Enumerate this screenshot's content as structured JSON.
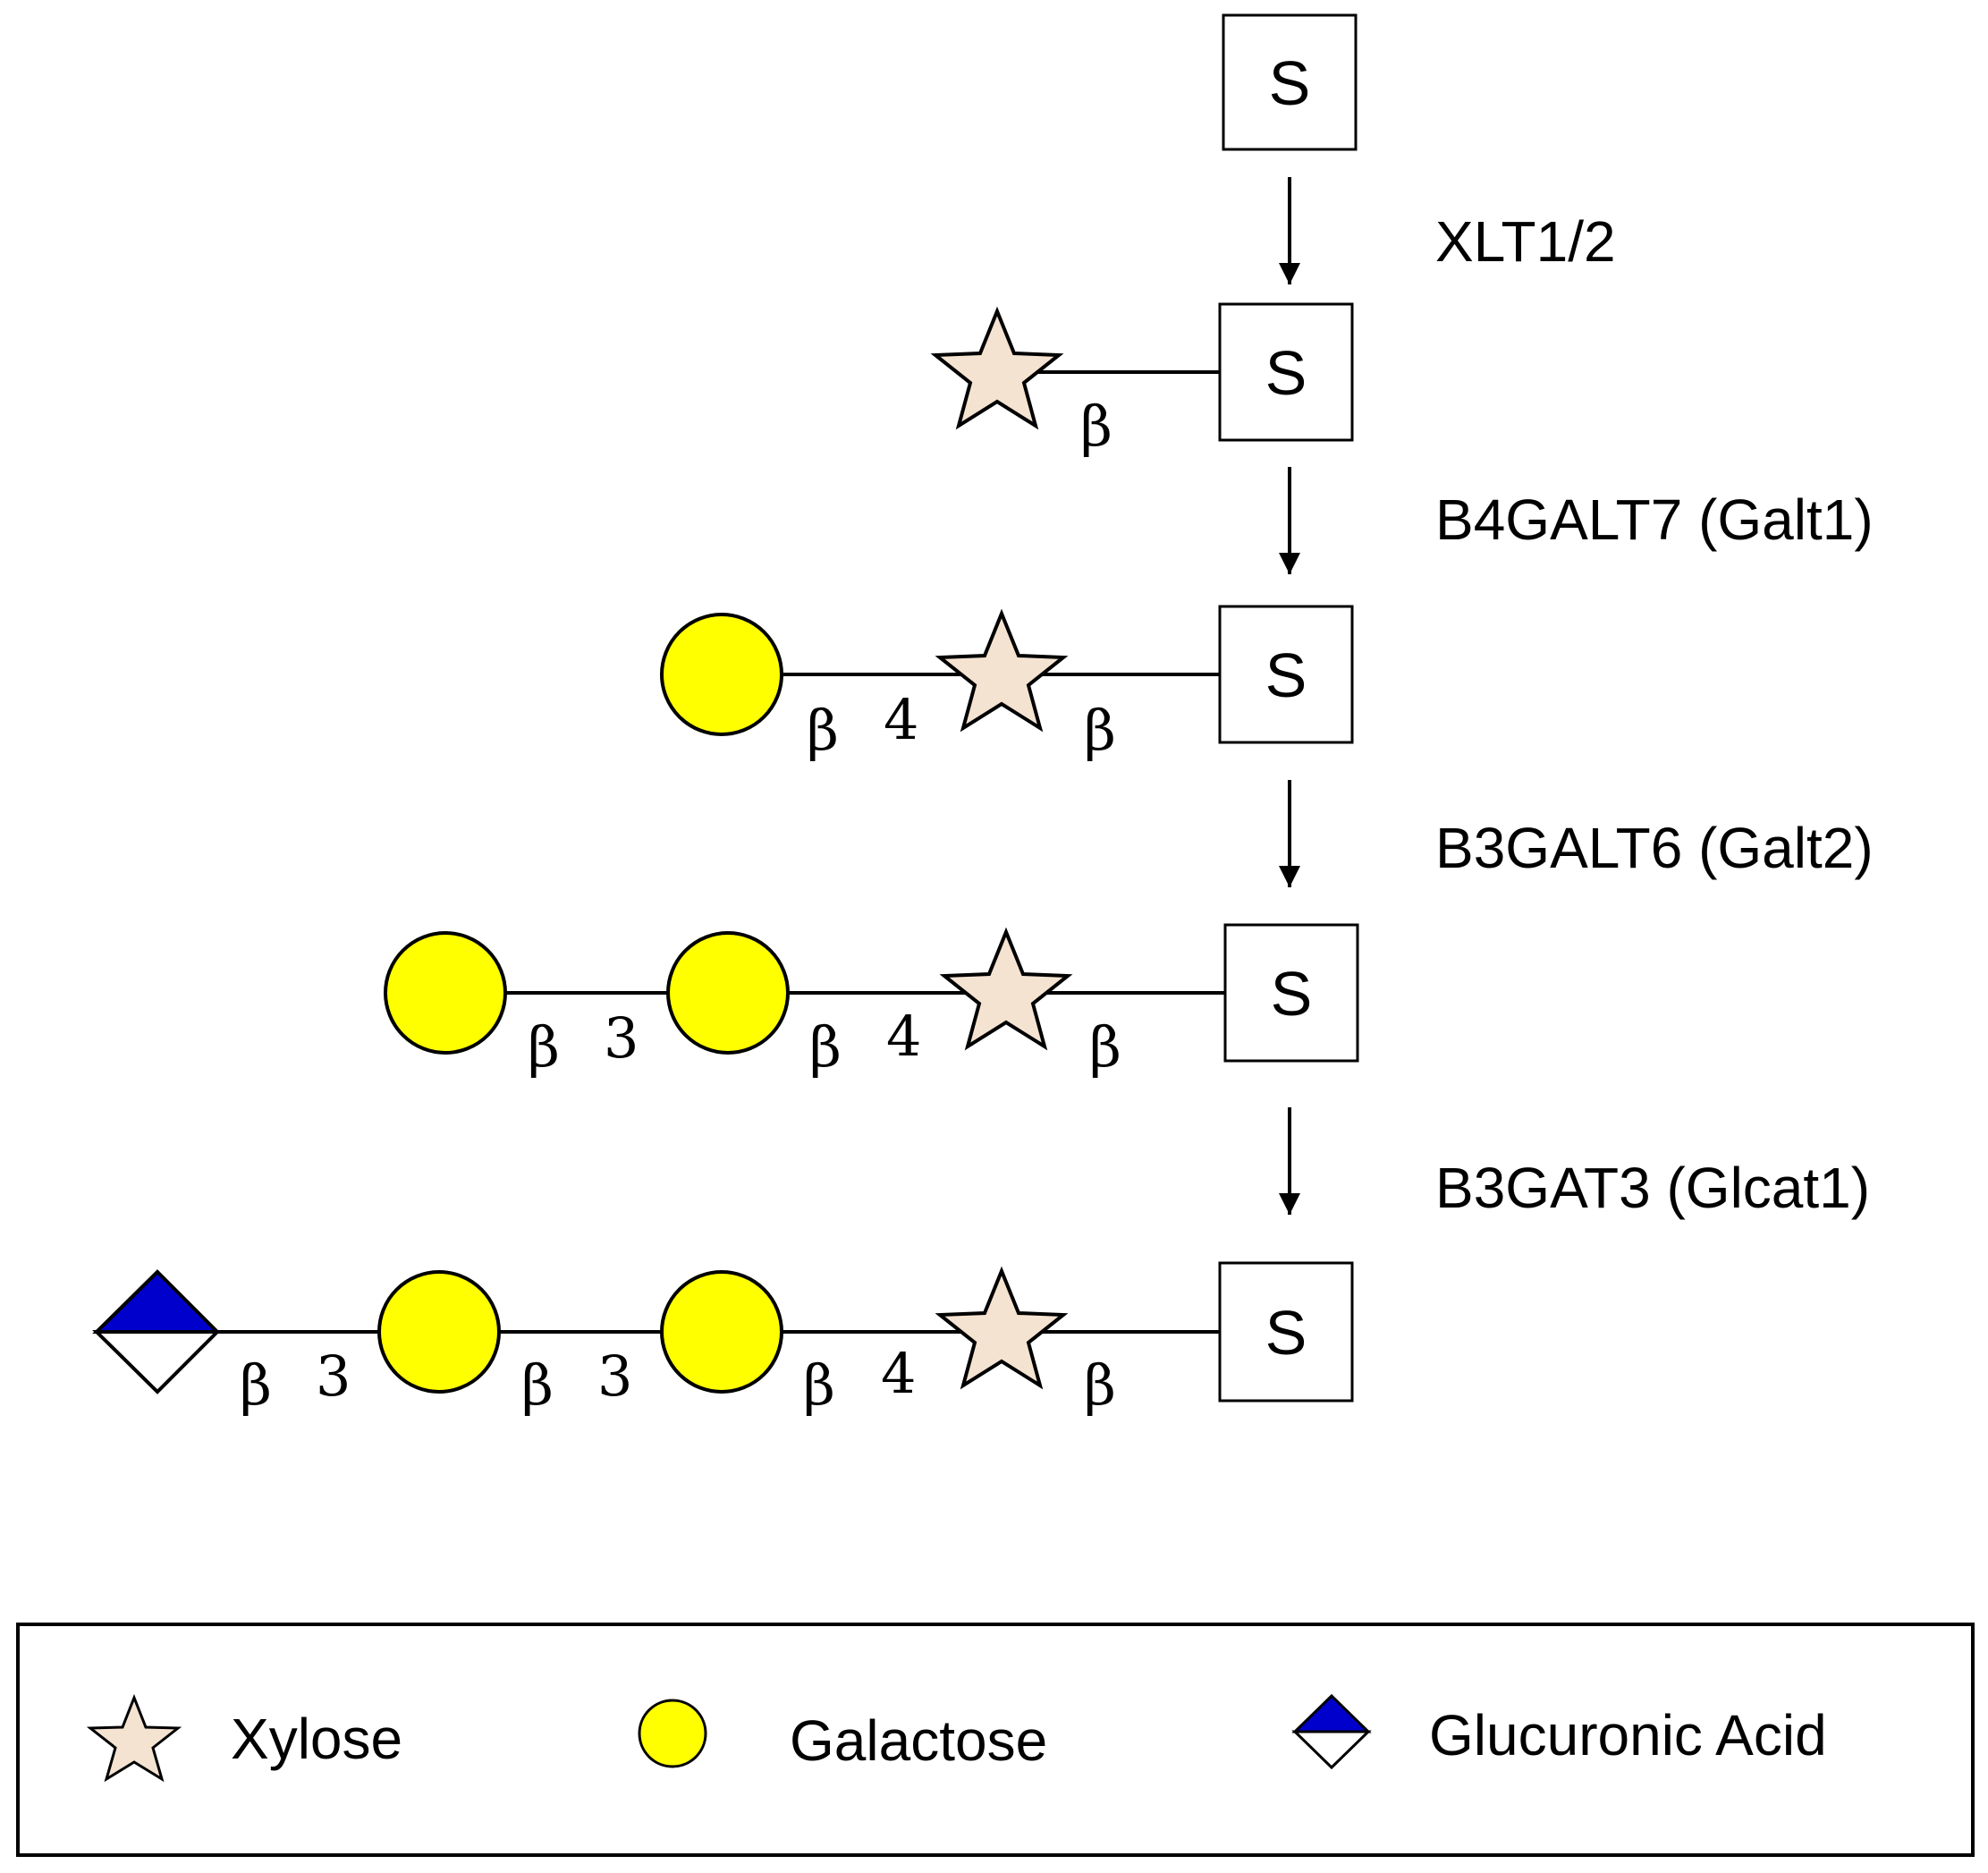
{
  "residue": "S",
  "enzymes": [
    "XLT1/2",
    "B4GALT7 (Galt1)",
    "B3GALT6 (Galt2)",
    "B3GAT3 (Glcat1)"
  ],
  "linkages": {
    "beta": "β",
    "pos3": "3",
    "pos4": "4"
  },
  "legend": {
    "xylose": "Xylose",
    "galactose": "Galactose",
    "glucuronic_acid": "Glucuronic Acid"
  },
  "colors": {
    "xylose_fill": "#f5e3d2",
    "galactose_fill": "#ffff00",
    "glucuronic_acid_fill": "#0000cc",
    "outline": "#000000"
  }
}
